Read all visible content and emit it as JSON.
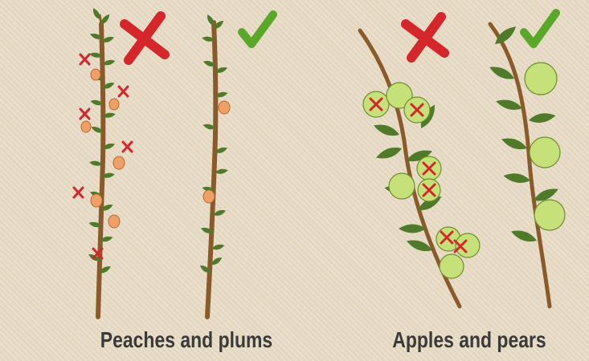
{
  "groups": [
    {
      "caption": "Peaches and plums",
      "examples": [
        {
          "verdict": "wrong",
          "mark": "✗"
        },
        {
          "verdict": "right",
          "mark": "✓"
        }
      ]
    },
    {
      "caption": "Apples and pears",
      "examples": [
        {
          "verdict": "wrong",
          "mark": "✗"
        },
        {
          "verdict": "right",
          "mark": "✓"
        }
      ]
    }
  ],
  "colors": {
    "background": "#e8dcc6",
    "branch": "#8b5a2b",
    "leaf": "#4f7a2a",
    "peach": "#f0a066",
    "apple": "#c6e07a",
    "wrong_mark": "#d4262b",
    "right_mark": "#5aa82a",
    "caption": "#3a3a3a"
  },
  "icons": [
    "cross-mark-icon",
    "check-mark-icon"
  ]
}
